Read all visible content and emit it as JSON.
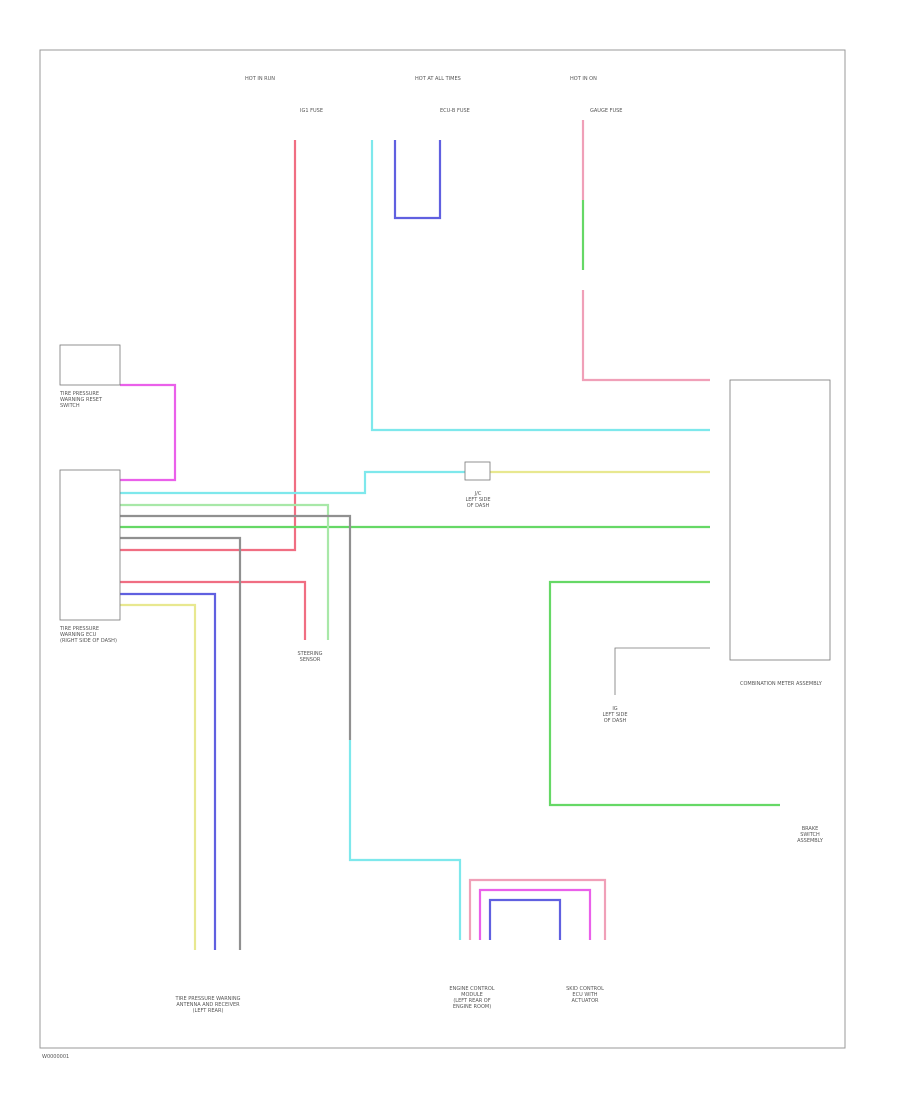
{
  "diagram": {
    "page_code": "W0000001",
    "colors": {
      "red": "#f06e82",
      "pink": "#f0a0b8",
      "cyan": "#7ee8ec",
      "blue": "#6060e0",
      "green": "#66d866",
      "lightgreen": "#a8e8a8",
      "yellow": "#e8e890",
      "magenta": "#ea60ea",
      "gray": "#909090",
      "darkgray": "#606060"
    },
    "components": {
      "tpms_ecu": [
        "TIRE PRESSURE",
        "WARNING ECU",
        "(RIGHT SIDE OF DASH)"
      ],
      "reset_switch": [
        "TIRE PRESSURE",
        "WARNING RESET",
        "SWITCH"
      ],
      "combination_meter": "COMBINATION METER ASSEMBLY",
      "tire_receiver": [
        "TIRE PRESSURE WARNING",
        "ANTENNA AND RECEIVER",
        "(LEFT REAR)"
      ],
      "engine_control": [
        "ENGINE CONTROL",
        "MODULE",
        "(LEFT REAR OF",
        "ENGINE ROOM)"
      ],
      "brake_switch": [
        "BRAKE",
        "SWITCH",
        "ASSEMBLY"
      ],
      "steering_sensor": [
        "STEERING",
        "SENSOR"
      ],
      "skid_control": [
        "SKID CONTROL",
        "ECU WITH",
        "ACTUATOR"
      ],
      "junction_block": [
        "J/C",
        "LEFT SIDE",
        "OF DASH"
      ],
      "ground": [
        "IG",
        "LEFT SIDE",
        "OF DASH"
      ],
      "power_sources": [
        "HOT IN RUN",
        "HOT AT ALL TIMES",
        "HOT IN ON"
      ],
      "fuses": [
        "IG1 FUSE",
        "ECU-B FUSE",
        "GAUGE FUSE"
      ]
    }
  }
}
